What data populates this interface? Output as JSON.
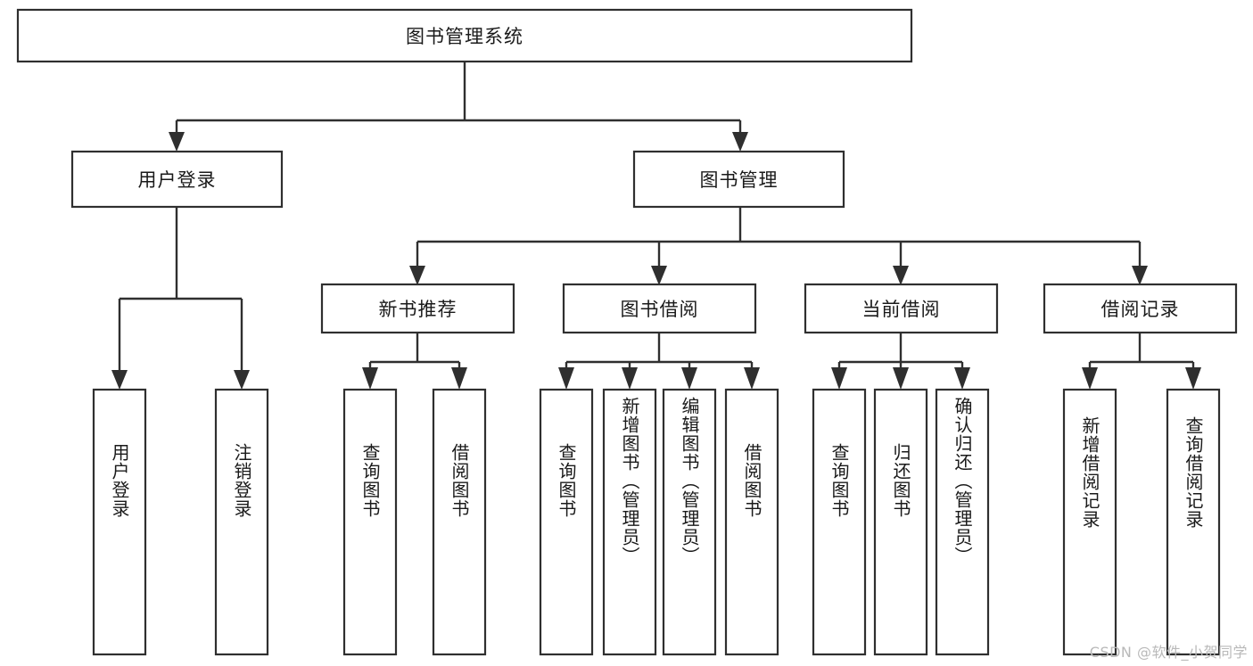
{
  "diagram": {
    "type": "tree",
    "title": "图书管理系统",
    "orientation": "top-down",
    "colors": {
      "box_fill": "#ffffff",
      "box_stroke": "#2f2f2f",
      "connector": "#2f2f2f",
      "text": "#1a1a1a",
      "watermark": "#b9b9b9",
      "background": "#ffffff"
    },
    "root": {
      "id": "root",
      "label": "图书管理系统",
      "orientation": "horizontal"
    },
    "level2": [
      {
        "id": "user-login",
        "label": "用户登录",
        "orientation": "horizontal"
      },
      {
        "id": "book-manage",
        "label": "图书管理",
        "orientation": "horizontal"
      }
    ],
    "level3": [
      {
        "id": "new-book-recommend",
        "label": "新书推荐",
        "orientation": "horizontal",
        "parent": "book-manage"
      },
      {
        "id": "book-borrow",
        "label": "图书借阅",
        "orientation": "horizontal",
        "parent": "book-manage"
      },
      {
        "id": "current-borrow",
        "label": "当前借阅",
        "orientation": "horizontal",
        "parent": "book-manage"
      },
      {
        "id": "borrow-record",
        "label": "借阅记录",
        "orientation": "horizontal",
        "parent": "book-manage"
      }
    ],
    "leaves": [
      {
        "id": "leaf-user-login",
        "label": "用户登录",
        "orientation": "vertical",
        "parent": "user-login"
      },
      {
        "id": "leaf-user-logout",
        "label": "注销登录",
        "orientation": "vertical",
        "parent": "user-login"
      },
      {
        "id": "leaf-query-book-1",
        "label": "查询图书",
        "orientation": "vertical",
        "parent": "new-book-recommend"
      },
      {
        "id": "leaf-borrow-book-1",
        "label": "借阅图书",
        "orientation": "vertical",
        "parent": "new-book-recommend"
      },
      {
        "id": "leaf-query-book-2",
        "label": "查询图书",
        "orientation": "vertical",
        "parent": "book-borrow"
      },
      {
        "id": "leaf-add-book",
        "label": "新增图书（管理员）",
        "orientation": "vertical",
        "parent": "book-borrow"
      },
      {
        "id": "leaf-edit-book",
        "label": "编辑图书（管理员）",
        "orientation": "vertical",
        "parent": "book-borrow"
      },
      {
        "id": "leaf-borrow-book-2",
        "label": "借阅图书",
        "orientation": "vertical",
        "parent": "book-borrow"
      },
      {
        "id": "leaf-query-book-3",
        "label": "查询图书",
        "orientation": "vertical",
        "parent": "current-borrow"
      },
      {
        "id": "leaf-return-book",
        "label": "归还图书",
        "orientation": "vertical",
        "parent": "current-borrow"
      },
      {
        "id": "leaf-confirm-return",
        "label": "确认归还（管理员）",
        "orientation": "vertical",
        "parent": "current-borrow"
      },
      {
        "id": "leaf-add-record",
        "label": "新增借阅记录",
        "orientation": "vertical",
        "parent": "borrow-record"
      },
      {
        "id": "leaf-query-record",
        "label": "查询借阅记录",
        "orientation": "vertical",
        "parent": "borrow-record"
      }
    ],
    "watermark": "CSDN @软件_小贺同学"
  }
}
